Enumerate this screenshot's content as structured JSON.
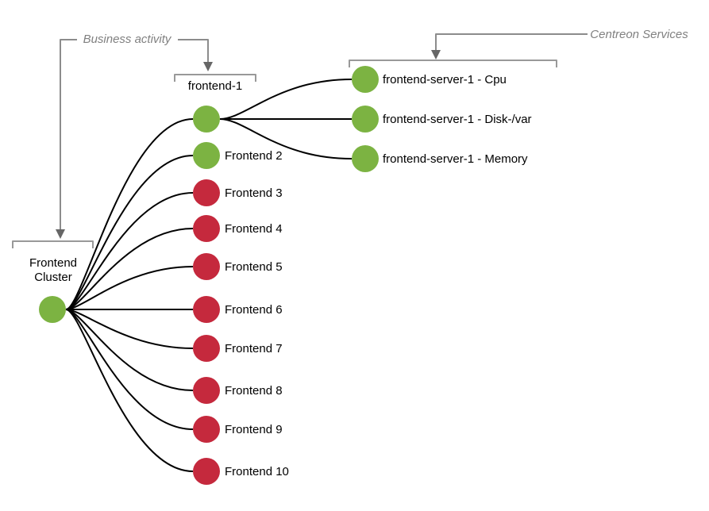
{
  "diagram": {
    "annotations": {
      "business_activity": "Business activity",
      "centreon_services": "Centreon Services"
    },
    "root": {
      "label": "Frontend Cluster",
      "label_lines": [
        "Frontend",
        "Cluster"
      ],
      "status": "ok",
      "color": "#7CB342"
    },
    "hosts": [
      {
        "label": "frontend-1",
        "status": "ok",
        "color": "#7CB342"
      },
      {
        "label": "Frontend 2",
        "status": "ok",
        "color": "#7CB342"
      },
      {
        "label": "Frontend 3",
        "status": "critical",
        "color": "#C5293D"
      },
      {
        "label": "Frontend 4",
        "status": "critical",
        "color": "#C5293D"
      },
      {
        "label": "Frontend 5",
        "status": "critical",
        "color": "#C5293D"
      },
      {
        "label": "Frontend 6",
        "status": "critical",
        "color": "#C5293D"
      },
      {
        "label": "Frontend 7",
        "status": "critical",
        "color": "#C5293D"
      },
      {
        "label": "Frontend 8",
        "status": "critical",
        "color": "#C5293D"
      },
      {
        "label": "Frontend 9",
        "status": "critical",
        "color": "#C5293D"
      },
      {
        "label": "Frontend 10",
        "status": "critical",
        "color": "#C5293D"
      }
    ],
    "services": [
      {
        "label": "frontend-server-1 - Cpu",
        "status": "ok",
        "color": "#7CB342"
      },
      {
        "label": "frontend-server-1 - Disk-/var",
        "status": "ok",
        "color": "#7CB342"
      },
      {
        "label": "frontend-server-1 - Memory",
        "status": "ok",
        "color": "#7CB342"
      }
    ],
    "colors": {
      "ok": "#7CB342",
      "critical": "#C5293D",
      "edge": "#000000",
      "bracket": "#999999",
      "arrow": "#666666",
      "annotation_text": "#808080",
      "label_text": "#000000"
    }
  }
}
